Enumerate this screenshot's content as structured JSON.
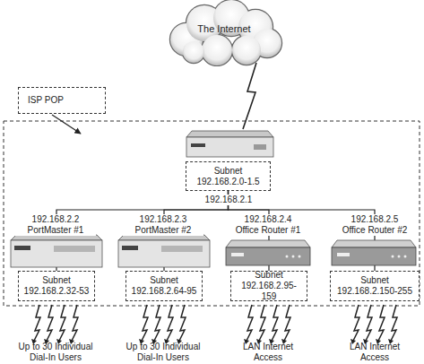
{
  "diagram": {
    "nodes": [
      {
        "text": [
          "The Internet"
        ]
      },
      {
        "text": [
          "ISP POP"
        ]
      },
      {
        "text": [
          "Subnet 192.168.2.0-1.5"
        ]
      },
      {
        "text": [
          "Subnet 192.168.2.32-53"
        ]
      },
      {
        "text": [
          "Subnet 192.168.2.64-95"
        ]
      },
      {
        "text": [
          "Subnet 192.168.2.95-159"
        ]
      },
      {
        "text": [
          "Subnet 192.168.2.150-255"
        ]
      }
    ],
    "edges": [
      {
        "from": 2,
        "to": 3,
        "arrow": "none"
      },
      {
        "from": 2,
        "to": 4,
        "arrow": "none"
      },
      {
        "from": 2,
        "to": 5,
        "arrow": "none"
      },
      {
        "from": 2,
        "to": 6,
        "arrow": "none"
      }
    ],
    "labels": [
      "192.168.2.1",
      "192.168.2.2",
      "PortMaster #1",
      "192.168.2.3",
      "PortMaster #2",
      "192.168.2.4",
      "Office Router #1",
      "192.168.2.5",
      "Office Router #2",
      "Up to 30 Individual Dial-In Users",
      "Up to 30 Individual Dial-In Users",
      "LAN Internet Access",
      "LAN Internet Access"
    ]
  }
}
